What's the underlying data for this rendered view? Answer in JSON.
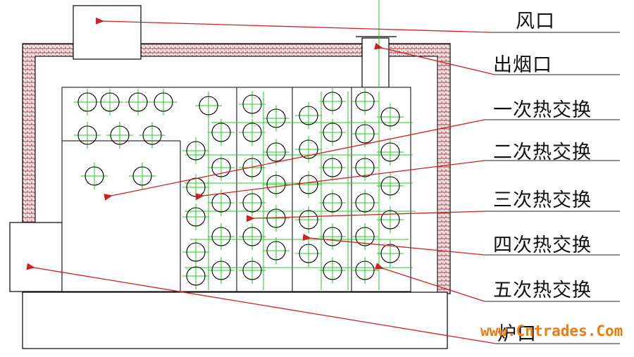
{
  "labels": {
    "air_inlet": "风口",
    "smoke_outlet": "出烟口",
    "hx1": "一次热交换",
    "hx2": "二次热交换",
    "hx3": "三次热交换",
    "hx4": "四次热交换",
    "hx5": "五次热交换",
    "furnace_door": "炉口"
  },
  "watermark": "www.Cntrades.Com",
  "colors": {
    "line": "#000000",
    "pipe_axis": "#22cc22",
    "arrow": "#cc2222",
    "brick": "#b05a5a",
    "watermark": "#f07a10"
  },
  "icons": [
    "brick-hatch-pattern",
    "tube-circle-icon",
    "arrow-pointer"
  ]
}
